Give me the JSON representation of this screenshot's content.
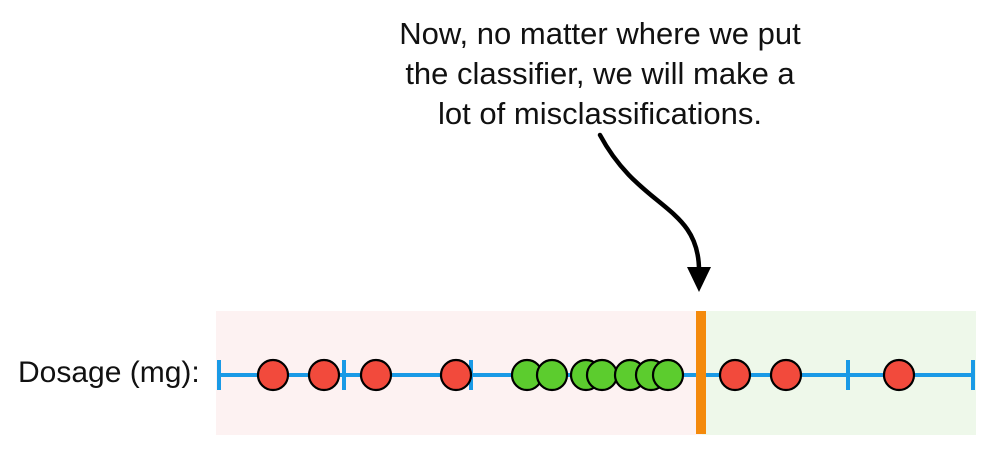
{
  "annotation": {
    "lines": [
      "Now, no matter where we put",
      "the classifier, we will make a",
      "lot of misclassifications."
    ]
  },
  "axis": {
    "label": "Dosage (mg):"
  },
  "colors": {
    "axis_line": "#1a9ae6",
    "region_left": "#fdf2f2",
    "region_right": "#eef8ea",
    "threshold": "#f48a0c",
    "point_red": "#f24a3c",
    "point_green": "#5ccc2e",
    "point_outline": "#000000",
    "arrow": "#000000"
  },
  "observations": [
    {
      "order": 1,
      "class": "red"
    },
    {
      "order": 2,
      "class": "red"
    },
    {
      "order": 3,
      "class": "red"
    },
    {
      "order": 4,
      "class": "red"
    },
    {
      "order": 5,
      "class": "green"
    },
    {
      "order": 6,
      "class": "green"
    },
    {
      "order": 7,
      "class": "green"
    },
    {
      "order": 8,
      "class": "green"
    },
    {
      "order": 9,
      "class": "green"
    },
    {
      "order": 10,
      "class": "green"
    },
    {
      "order": 11,
      "class": "green"
    },
    {
      "order": 12,
      "class": "red"
    },
    {
      "order": 13,
      "class": "red"
    },
    {
      "order": 14,
      "class": "red"
    }
  ]
}
